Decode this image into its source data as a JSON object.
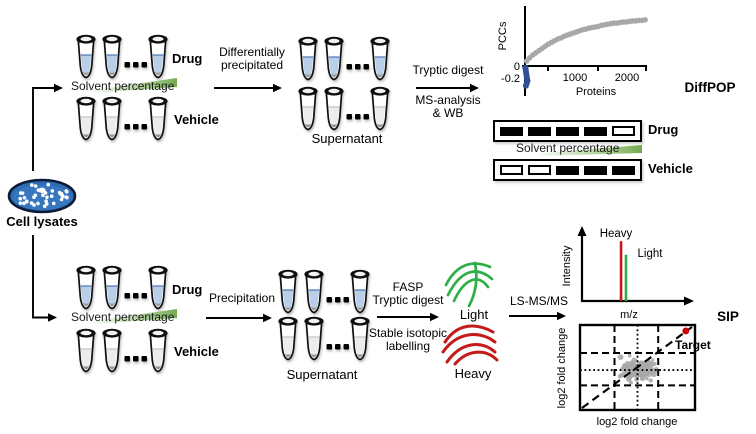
{
  "colors": {
    "tube_liquid_blue": "#b9cee8",
    "tube_liquid_line_blue": "#7091c5",
    "tube_liquid_gray": "#ececec",
    "petri_blue": "#2e6db4",
    "wedge_green": "#74ab50",
    "scatter_gray": "#a8a8a8",
    "scatter_blue": "#2f4f96",
    "heavy_red": "#c31a1a",
    "light_green": "#2eae46",
    "target_red": "#cc0000"
  },
  "cell_lysates": {
    "label": "Cell lysates"
  },
  "labels": {
    "diffpop": "DiffPOP",
    "sip": "SIP",
    "light": "Light",
    "heavy": "Heavy"
  },
  "tube_sets": {
    "diffpop_samples": {
      "drug": "Drug",
      "vehicle": "Vehicle",
      "solvent": "Solvent percentage"
    },
    "diffpop_supernatant": {
      "label": "Supernatant"
    },
    "sip_samples": {
      "drug": "Drug",
      "vehicle": "Vehicle",
      "solvent": "Solvent percentage"
    },
    "sip_supernatant": {
      "label": "Supernatant"
    }
  },
  "steps": {
    "diff_precip": {
      "line1": "Differentially",
      "line2": "precipitated"
    },
    "tryptic": {
      "line1": "Tryptic digest",
      "line2": "MS-analysis",
      "line3": "& WB"
    },
    "precipitation": {
      "label": "Precipitation"
    },
    "fasp": {
      "line1": "FASP",
      "line2": "Tryptic digest",
      "line3": "Stable isotopic",
      "line4": "labelling"
    },
    "lsms": {
      "label": "LS-MS/MS"
    }
  },
  "gel": {
    "drug": "Drug",
    "vehicle": "Vehicle",
    "solvent": "Solvent percentage",
    "drug_bands": [
      "filled",
      "filled",
      "filled",
      "filled",
      "open"
    ],
    "vehicle_bands": [
      "open",
      "open",
      "filled",
      "filled",
      "filled"
    ]
  },
  "chart_data": [
    {
      "id": "pcc_scatter",
      "type": "scatter",
      "xlabel": "Proteins",
      "ylabel": "PCCs",
      "xlim": [
        0,
        2500
      ],
      "ylim": [
        -0.4,
        0.95
      ],
      "x_tick_labels": [
        "1000",
        "2000"
      ],
      "y_tick_labels": [
        "0",
        "-0.2"
      ],
      "series": [
        {
          "name": "correlated-proteins",
          "color": "#a8a8a8",
          "x": [
            30,
            90,
            150,
            210,
            270,
            330,
            390,
            450,
            510,
            570,
            630,
            690,
            750,
            810,
            870,
            930,
            990,
            1050,
            1110,
            1170,
            1230,
            1290,
            1350,
            1410,
            1470,
            1530,
            1590,
            1650,
            1710,
            1770,
            1830,
            1890,
            1950,
            2010,
            2070,
            2130,
            2190,
            2250,
            2310
          ],
          "y": [
            0.09,
            0.15,
            0.2,
            0.24,
            0.28,
            0.32,
            0.36,
            0.4,
            0.43,
            0.46,
            0.49,
            0.51,
            0.54,
            0.56,
            0.58,
            0.6,
            0.62,
            0.64,
            0.66,
            0.67,
            0.69,
            0.7,
            0.71,
            0.72,
            0.74,
            0.75,
            0.76,
            0.77,
            0.78,
            0.78,
            0.79,
            0.8,
            0.8,
            0.81,
            0.82,
            0.82,
            0.83,
            0.83,
            0.84
          ]
        },
        {
          "name": "anticorrelated-proteins",
          "color": "#2f4f96",
          "x": [
            8,
            14,
            20,
            26,
            33,
            40,
            48,
            35,
            18
          ],
          "y": [
            -0.03,
            -0.07,
            -0.11,
            -0.15,
            -0.19,
            -0.23,
            -0.27,
            -0.31,
            -0.36
          ]
        }
      ]
    },
    {
      "id": "ms_spectrum",
      "type": "line",
      "xlabel": "m/z",
      "ylabel": "Intensity",
      "peaks": [
        {
          "name": "Heavy",
          "color": "#c31a1a",
          "rel_x": 0.355,
          "rel_height": 0.88
        },
        {
          "name": "Light",
          "color": "#2eae46",
          "rel_x": 0.4,
          "rel_height": 0.68
        }
      ]
    },
    {
      "id": "fold_change_scatter",
      "type": "scatter",
      "xlabel": "log2 fold change",
      "ylabel": "log2 fold change",
      "target_label": "Target",
      "target_color": "#cc0000",
      "target_point_rel": [
        0.92,
        0.07
      ],
      "diagonal": true,
      "cloud": {
        "center_rel": [
          0.5,
          0.53
        ],
        "spread_rel": [
          0.22,
          0.18
        ],
        "n": 115,
        "color": "#a9a9a9"
      },
      "threshold_lines_rel": {
        "vertical_dashed": [
          0.3,
          0.68
        ],
        "horizontal_dashed": [
          0.33,
          0.71
        ],
        "vertical_dotted": 0.5,
        "horizontal_dotted": 0.53
      }
    }
  ]
}
